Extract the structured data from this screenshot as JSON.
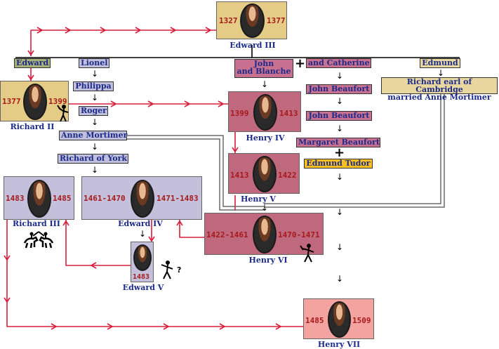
{
  "people": {
    "edward3": {
      "name": "Edward III",
      "start": "1327",
      "end": "1377"
    },
    "richard2": {
      "name": "Richard II",
      "start": "1377",
      "end": "1399"
    },
    "henry4": {
      "name": "Henry IV",
      "start": "1399",
      "end": "1413"
    },
    "henry5": {
      "name": "Henry V",
      "start": "1413",
      "end": "1422"
    },
    "richard3": {
      "name": "Richard III",
      "start": "1483",
      "end": "1485"
    },
    "edward4": {
      "name": "Edward IV",
      "start": "1461-1470",
      "end": "1471-1483"
    },
    "henry6": {
      "name": "Henry VI",
      "start": "1422-1461",
      "end": "1470-1471"
    },
    "edward5": {
      "name": "Edward V",
      "year": "1483"
    },
    "henry7": {
      "name": "Henry VII",
      "start": "1485",
      "end": "1509"
    }
  },
  "labels": {
    "edward": "Edward",
    "lionel": "Lionel",
    "philippa": "Philippa",
    "roger": "Roger",
    "anne_mortimer": "Anne Mortimer",
    "richard_of_york": "Richard of York",
    "john_blanche_1": "John",
    "john_blanche_2": "and Blanche",
    "and_catherine": "and Catherine",
    "edmund": "Edmund",
    "richard_cambridge_1": "Richard earl of Cambridge",
    "richard_cambridge_2": "married Anne Mortimer",
    "john_beaufort_1": "John Beaufort",
    "john_beaufort_2": "John Beaufort",
    "margaret_beaufort": "Margaret Beaufort",
    "edmund_tudor": "Edmund Tudor"
  },
  "marks": {
    "question": "?"
  },
  "colors": {
    "line_red": "#d81e3c",
    "line_gray": "#6a6a6a"
  }
}
